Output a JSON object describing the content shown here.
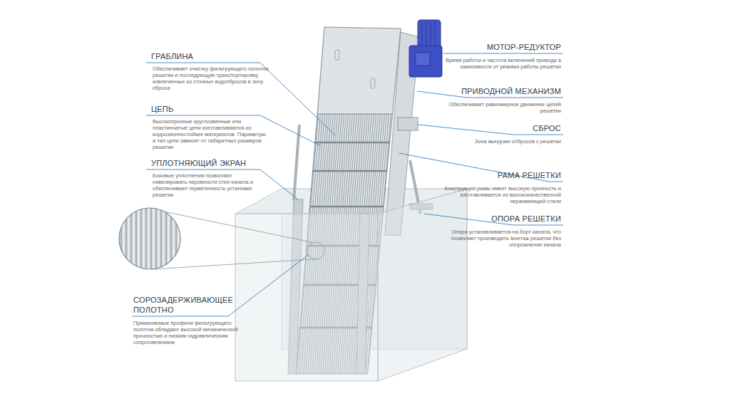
{
  "diagram": {
    "labels": [
      "ГРАБЛИНА",
      "Обеспечивает очистку фильтрующего полотна решетки и последующую транспортировку извлеченных из сточных водотбросов в зону сброса",
      "ЦЕПЬ",
      "Высокопрочные круглозвенные или пластинчатые цепи изготавливаются из коррозионностойких материалов. Параметры и тип цепи зависят от габаритных размеров решетки",
      "УПЛОТНЯЮЩИЙ ЭКРАН",
      "Боковые уплотнения позволяют нивелировать неровности стен канала и обеспечивают герметичность установки решетки",
      "СОРОЗАДЕРЖИВАЮЩЕЕ ПОЛОТНО",
      "Применяемые профили фильтрующего полотна обладают высокой механической прочностью и низким гидравлическим сопротивлением",
      "МОТОР-РЕДУКТОР",
      "Время работы и частота включений привода в зависимости от режима работы решетки",
      "ПРИВОДНОЙ МЕХАНИЗМ",
      "Обеспечивает равномерное движение цепей решетки",
      "СБРОС",
      "Зона выгрузки отбросов с решетки",
      "РАМА РЕШЕТКИ",
      "Конструкция рамы имеет высокую прочность и изготавливается из высококачественной нержавеющей стали",
      "ОПОРА РЕШЕТКИ",
      "Опора устанавливается на борт канала, что позволяет производить монтаж решетки без опорожнения канала"
    ]
  }
}
